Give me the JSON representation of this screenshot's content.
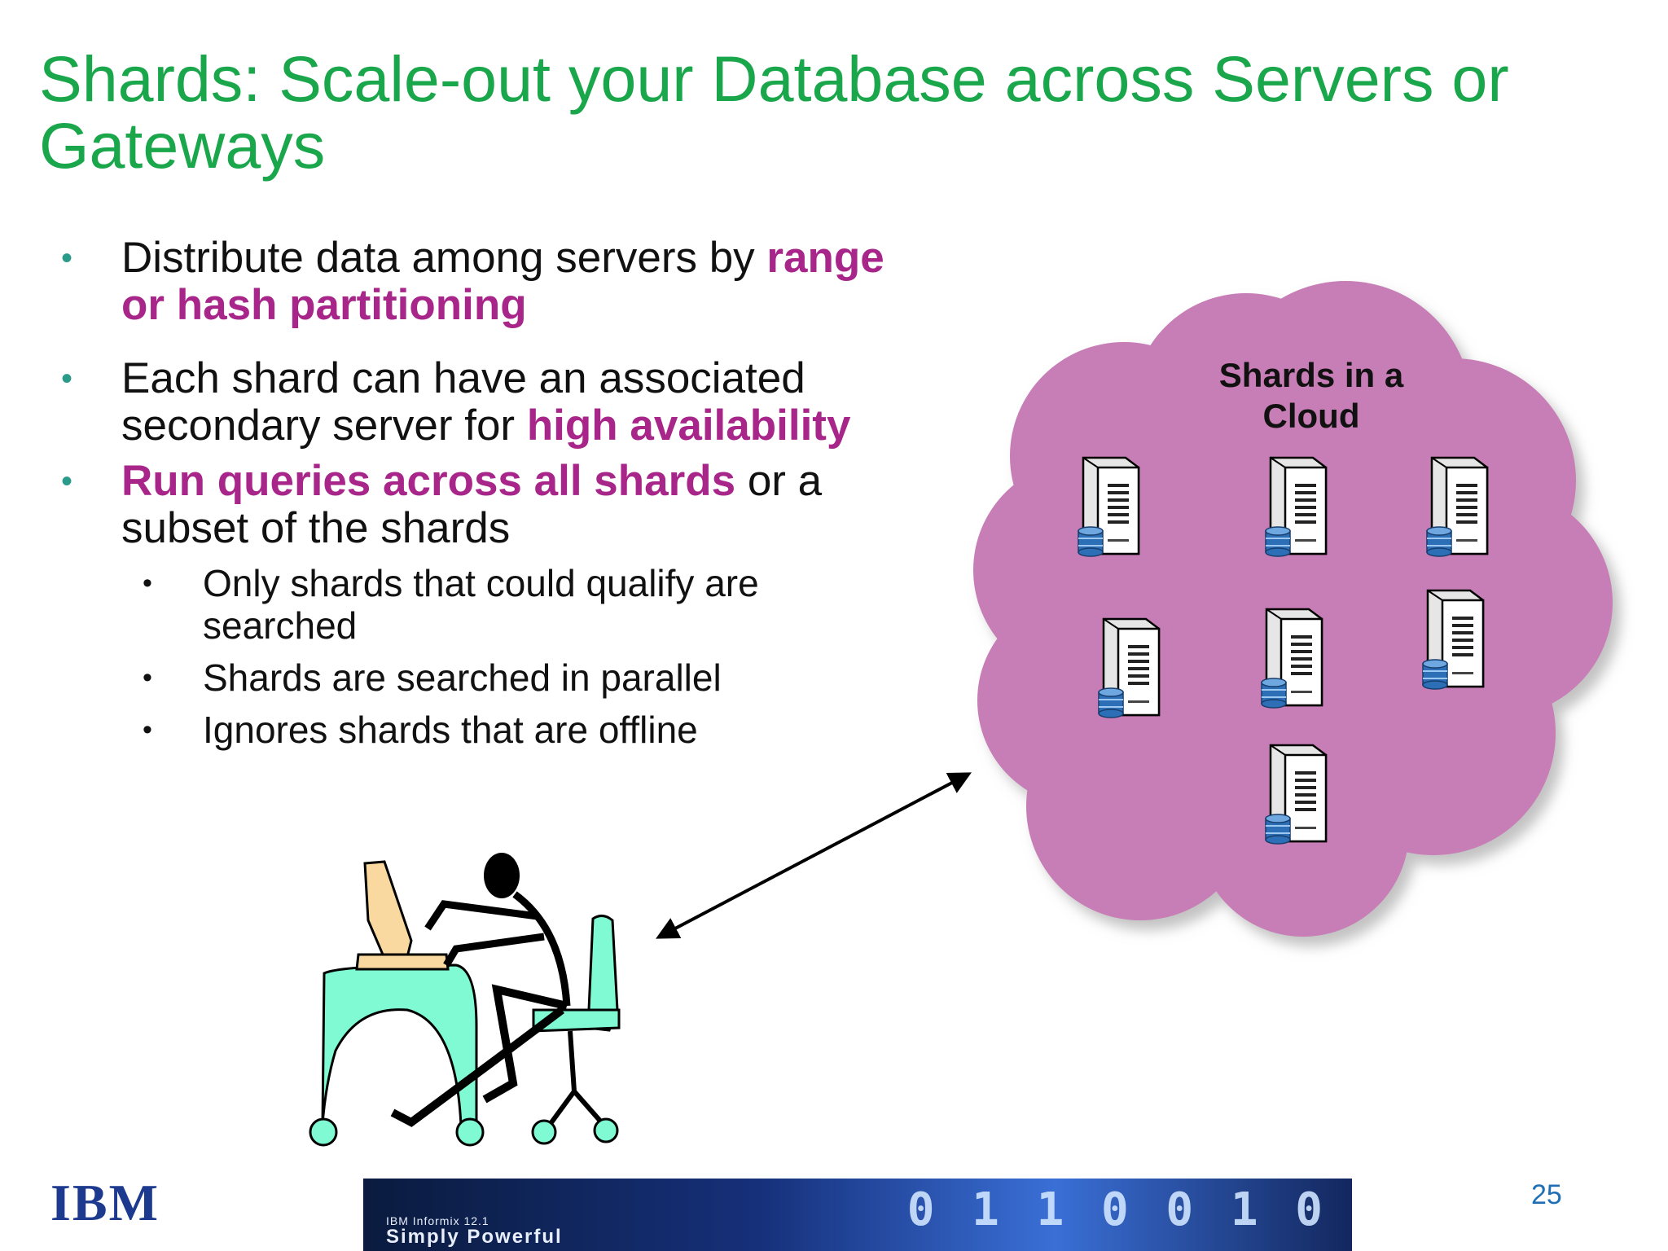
{
  "slide": {
    "title": "Shards: Scale-out your Database across Servers or Gateways",
    "bullets": [
      {
        "pre": "Distribute data among servers by ",
        "hl": "range or hash partitioning",
        "post": ""
      },
      {
        "pre": "Each shard can have an associated secondary server for ",
        "hl": "high availability",
        "post": ""
      },
      {
        "pre": "",
        "hl": "Run queries across all shards",
        "post": " or a subset of the shards"
      }
    ],
    "sub_bullets": [
      "Only shards that could qualify are searched",
      "Shards are searched in parallel",
      "Ignores shards that are offline"
    ],
    "bullet_glyph": "•",
    "page_number": "25"
  },
  "diagram": {
    "cloud_label_line1": "Shards in a",
    "cloud_label_line2": "Cloud",
    "server_count": 7,
    "cloud_color": "#c77db5",
    "desk_color": "#7ffad2"
  },
  "footer": {
    "logo": "IBM",
    "banner_line1": "IBM Informix 12.1",
    "banner_line2": "Simply Powerful",
    "banner_digits": "0 1 1 0 0 1 0"
  },
  "colors": {
    "title": "#1aa64a",
    "highlight": "#a8268a",
    "bullet": "#2a9a8a"
  }
}
